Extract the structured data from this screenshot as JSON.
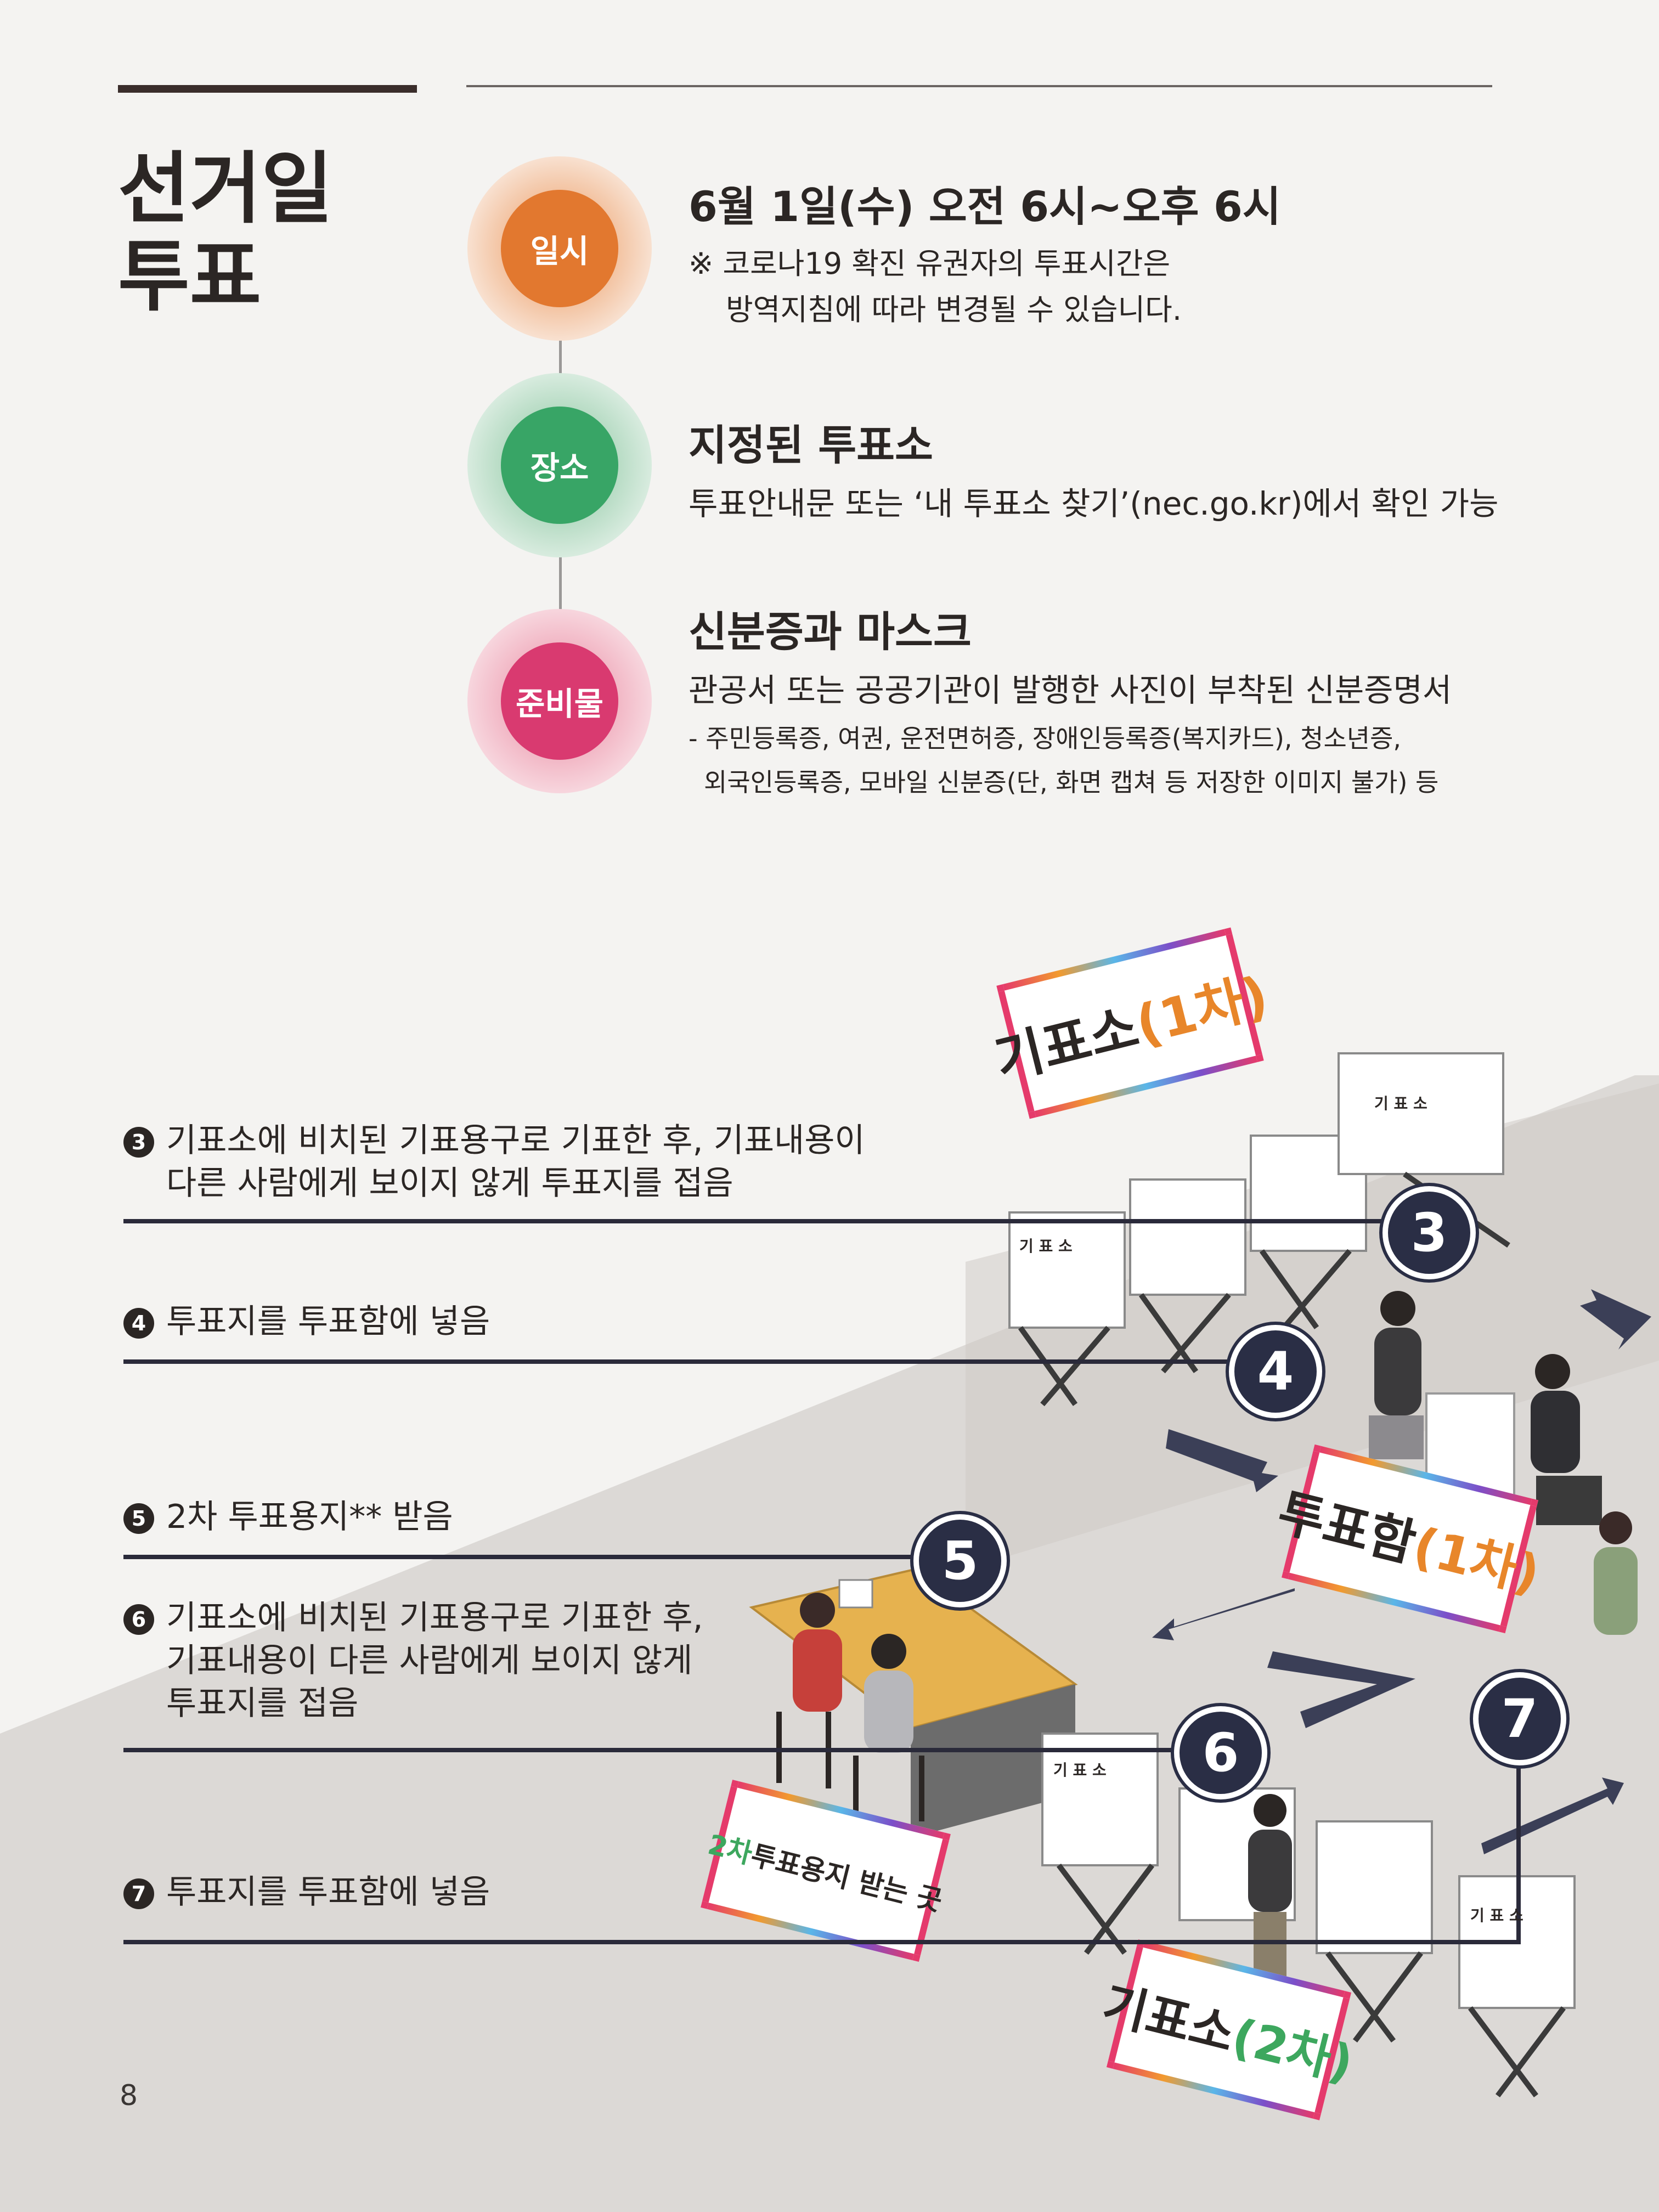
{
  "page": {
    "title_line1": "선거일",
    "title_line2": "투표",
    "page_number": "8"
  },
  "schedule": {
    "items": [
      {
        "label": "일시",
        "heading": "6월 1일(수) 오전 6시~오후 6시",
        "lines": [
          "※ 코로나19 확진 유권자의 투표시간은",
          "방역지침에 따라 변경될 수 있습니다."
        ],
        "color": "#e2782f"
      },
      {
        "label": "장소",
        "heading": "지정된 투표소",
        "lines": [
          "투표안내문 또는 ‘내 투표소 찾기’(nec.go.kr)에서 확인 가능"
        ],
        "color": "#38a566"
      },
      {
        "label": "준비물",
        "heading": "신분증과 마스크",
        "lines": [
          "관공서 또는 공공기관이 발행한 사진이 부착된 신분증명서",
          "- 주민등록증, 여권, 운전면허증, 장애인등록증(복지카드), 청소년증,",
          "외국인등록증, 모바일 신분증(단, 화면 캡쳐 등 저장한 이미지 불가) 등"
        ],
        "color": "#d93a70"
      }
    ]
  },
  "steps": [
    {
      "num": "3",
      "line1": "기표소에 비치된 기표용구로 기표한 후, 기표내용이",
      "line2": "다른 사람에게 보이지 않게 투표지를 접음"
    },
    {
      "num": "4",
      "line1": "투표지를 투표함에 넣음"
    },
    {
      "num": "5",
      "line1": "2차 투표용지** 받음"
    },
    {
      "num": "6",
      "line1": "기표소에 비치된 기표용구로 기표한 후,",
      "line2": "기표내용이 다른 사람에게 보이지 않게",
      "line3": "투표지를 접음"
    },
    {
      "num": "7",
      "line1": "투표지를 투표함에 넣음"
    }
  ],
  "signs": {
    "booth1_main": "기표소",
    "booth1_sub": "(1차)",
    "box1_main": "투표함",
    "box1_sub": "(1차)",
    "receive_main": "2차",
    "receive_sub": "투표용지 받는 곳",
    "booth2_main": "기표소",
    "booth2_sub": "(2차)"
  },
  "booth_label": "기 표 소",
  "colors": {
    "accent_orange": "#e2782f",
    "accent_green": "#38a566",
    "accent_pink": "#d93a70",
    "badge_navy": "#2a2e45",
    "text_dark": "#2b2624"
  }
}
